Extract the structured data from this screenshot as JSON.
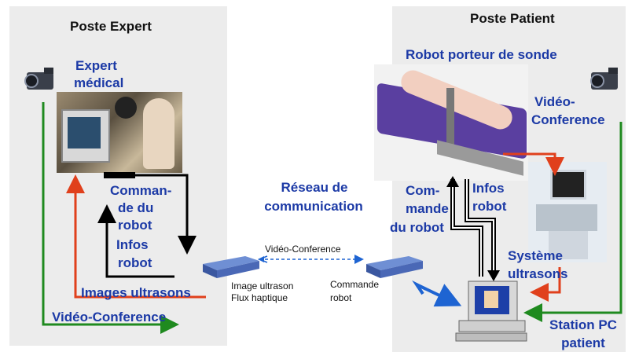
{
  "left_panel": {
    "title": "Poste Expert",
    "expert_line1": "Expert",
    "expert_line2": "médical",
    "cmd_line1": "Comman-",
    "cmd_line2": "de du",
    "cmd_line3": "robot",
    "infos_line1": "Infos",
    "infos_line2": "robot",
    "images_label": "Images ultrasons",
    "video_label": "Vidéo-Conference"
  },
  "network": {
    "title_line1": "Réseau de",
    "title_line2": "communication",
    "video_label": "Vidéo-Conference",
    "left_modem_line1": "Image ultrason",
    "left_modem_line2": "Flux haptique",
    "right_modem_line1": "Commande",
    "right_modem_line2": "robot"
  },
  "right_panel": {
    "title": "Poste Patient",
    "robot_label": "Robot porteur de sonde",
    "video_line1": "Vidéo-",
    "video_line2": "Conference",
    "cmd_line1": "Com-",
    "cmd_line2": "mande",
    "cmd_line3": "du robot",
    "infos_line1": "Infos",
    "infos_line2": "robot",
    "systeme_line1": "Système",
    "systeme_line2": "ultrasons",
    "station_line1": "Station PC",
    "station_line2": "patient"
  },
  "colors": {
    "panel": "#ececec",
    "blue_text": "#1c3aa6",
    "red_arrow": "#e0401c",
    "green_arrow": "#1f8a1f",
    "black_arrow": "#000000",
    "link_blue": "#1e64d2"
  }
}
